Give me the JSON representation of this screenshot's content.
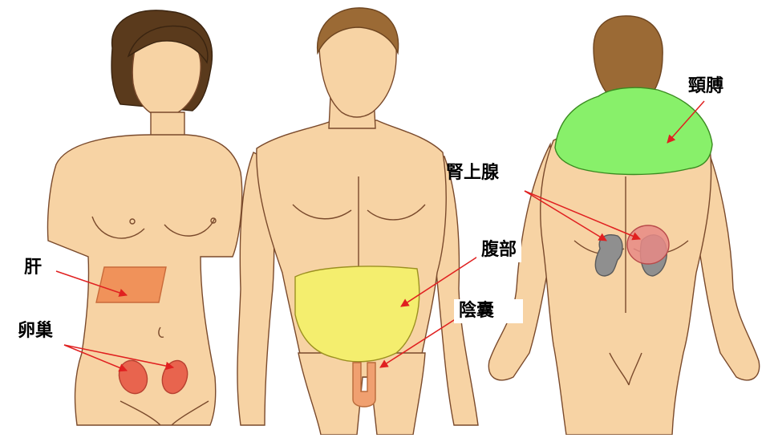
{
  "labels": {
    "liver": "肝",
    "ovary": "卵巢",
    "abdomen": "腹部",
    "scrotum": "陰囊",
    "neck_shoulder": "頸膊",
    "adrenal": "腎上腺"
  },
  "colors": {
    "skin": "#f7d3a4",
    "skin_line": "#7a4a2c",
    "liver": "#f0925a",
    "ovary": "#e8644e",
    "abdomen": "#f4ee6e",
    "neck_shoulder": "#88f06a",
    "kidney": "#8f8f8f",
    "adrenal": "#e88a86",
    "hair_female": "#5a3a1c",
    "hair_male": "#9b6a35",
    "arrow": "#e02020"
  }
}
